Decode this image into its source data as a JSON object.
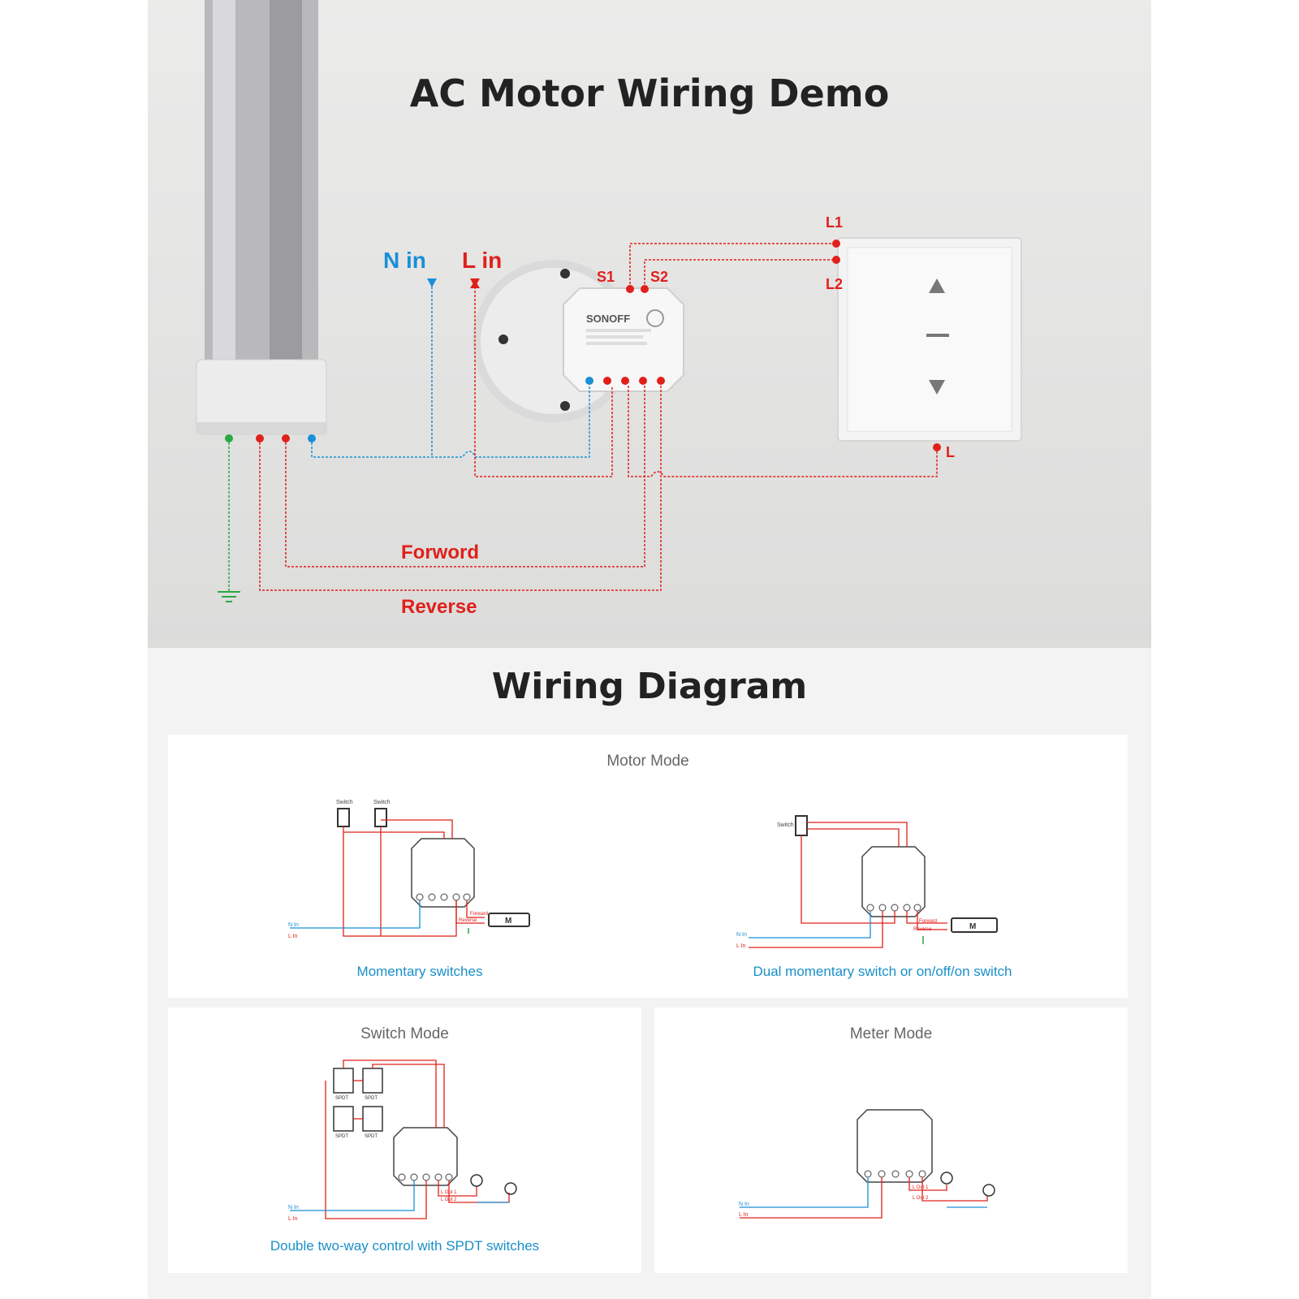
{
  "demo": {
    "title": "AC Motor Wiring Demo",
    "labels": {
      "n_in": "N in",
      "l_in": "L in",
      "s1": "S1",
      "s2": "S2",
      "l1": "L1",
      "l2": "L2",
      "l": "L",
      "forward": "Forword",
      "reverse": "Reverse"
    },
    "device_brand": "SONOFF",
    "colors": {
      "neutral": "#1a8fd8",
      "live": "#e0201b",
      "earth": "#2aa845"
    }
  },
  "wiring": {
    "title": "Wiring Diagram",
    "motor_mode": {
      "title": "Motor Mode",
      "left_caption": "Momentary switches",
      "right_caption": "Dual momentary switch or on/off/on switch",
      "switch_label": "Switch",
      "n_in": "N In",
      "l_in": "L In",
      "forward": "Forward",
      "reverse": "Reverse",
      "motor": "M"
    },
    "switch_mode": {
      "title": "Switch Mode",
      "caption": "Double two-way control with SPDT switches",
      "spdt": "SPDT",
      "n_in": "N In",
      "l_in": "L In",
      "out1": "L Out 1",
      "out2": "L Out 2"
    },
    "meter_mode": {
      "title": "Meter Mode",
      "n_in": "N In",
      "l_in": "L In",
      "out1": "L Out 1",
      "out2": "L Out 2"
    }
  }
}
